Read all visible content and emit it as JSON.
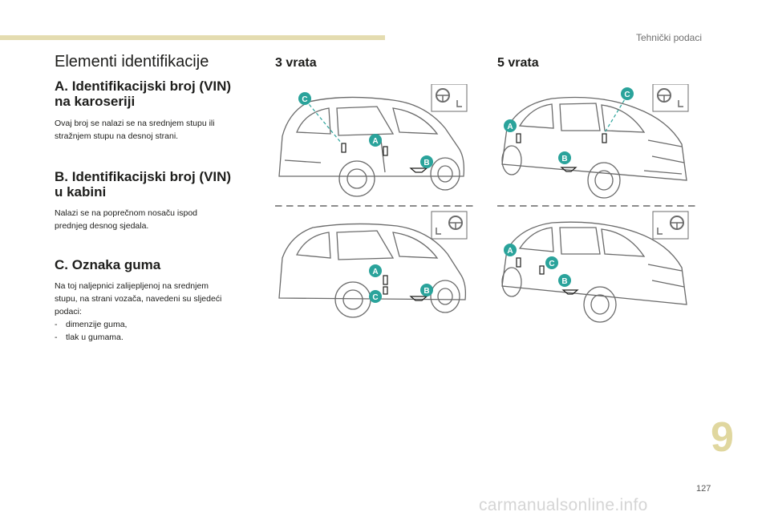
{
  "header": {
    "section_label": "Tehnički podaci"
  },
  "page_title": "Elementi identifikacije",
  "sections": [
    {
      "heading_line1": "A. Identifikacijski broj (VIN)",
      "heading_line2": "na karoseriji",
      "text_line1": "Ovaj broj se nalazi se na srednjem stupu ili",
      "text_line2": "stražnjem stupu na desnoj strani."
    },
    {
      "heading_line1": "B. Identifikacijski broj (VIN)",
      "heading_line2": "u kabini",
      "text_line1": "Nalazi se na poprečnom nosaču ispod",
      "text_line2": "prednjeg desnog sjedala."
    },
    {
      "heading_line1": "C. Oznaka guma",
      "text_lines": [
        "Na toj naljepnici zalijepljenoj na srednjem",
        "stupu, na strani vozača, navedeni su sljedeći",
        "podaci:"
      ],
      "list": [
        "dimenzije guma,",
        "tlak u gumama."
      ]
    }
  ],
  "columns": {
    "three_door": "3 vrata",
    "five_door": "5 vrata"
  },
  "markers": {
    "a": "A",
    "b": "B",
    "c": "C"
  },
  "footer": {
    "chapter_number": "9",
    "page_number": "127",
    "watermark": "carmanualsonline.info"
  },
  "colors": {
    "accent_bar": "#e4dcb0",
    "chapter_number": "#e0d79f",
    "marker": "#2aa39b",
    "line_art": "#6b6b6b"
  },
  "icons": [
    "steering-wheel-icon",
    "seat-icon"
  ]
}
